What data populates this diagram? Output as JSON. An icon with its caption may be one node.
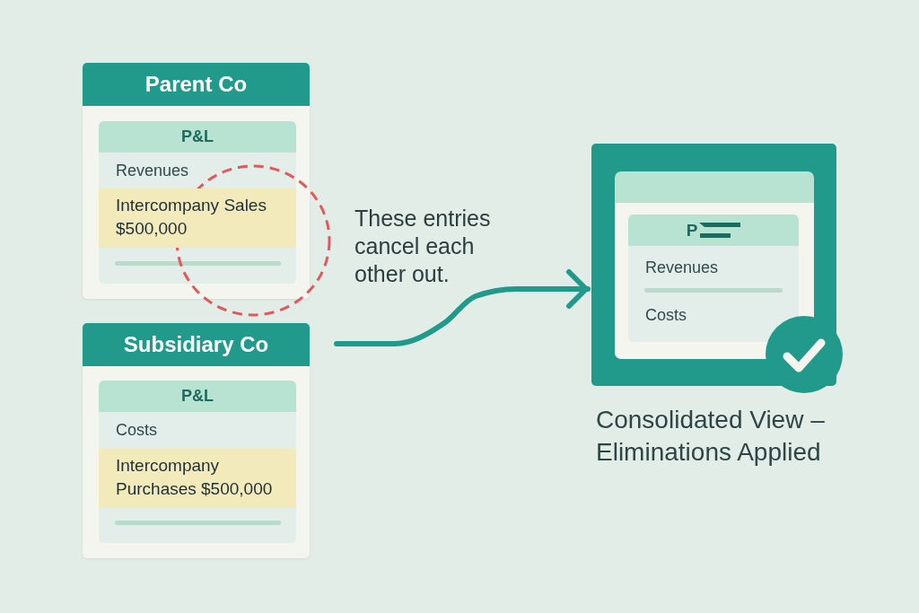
{
  "diagram": {
    "nodes": [
      {
        "text": [
          "Parent Co"
        ]
      },
      {
        "text": [
          "P&L",
          "Revenues"
        ],
        "in": 0
      },
      {
        "text": [
          "Intercompany Sales $500,000"
        ],
        "in": 1
      },
      {
        "text": [
          "Subsidiary Co"
        ]
      },
      {
        "text": [
          "P&L",
          "Costs"
        ],
        "in": 3
      },
      {
        "text": [
          "Intercompany Purchases $500,000"
        ],
        "in": 4
      },
      {
        "text": [],
        "shape": "box",
        "beside": [
          "Consolidated View – Eliminations Applied"
        ]
      },
      {
        "text": [],
        "shape": "box",
        "in": 6
      },
      {
        "text": [
          "P",
          "Revenues",
          "Costs"
        ],
        "in": 7
      }
    ],
    "edges": [
      {
        "from": null,
        "to": 6,
        "arrow": "to"
      }
    ],
    "labels": [
      "These entries cancel each other out."
    ]
  }
}
